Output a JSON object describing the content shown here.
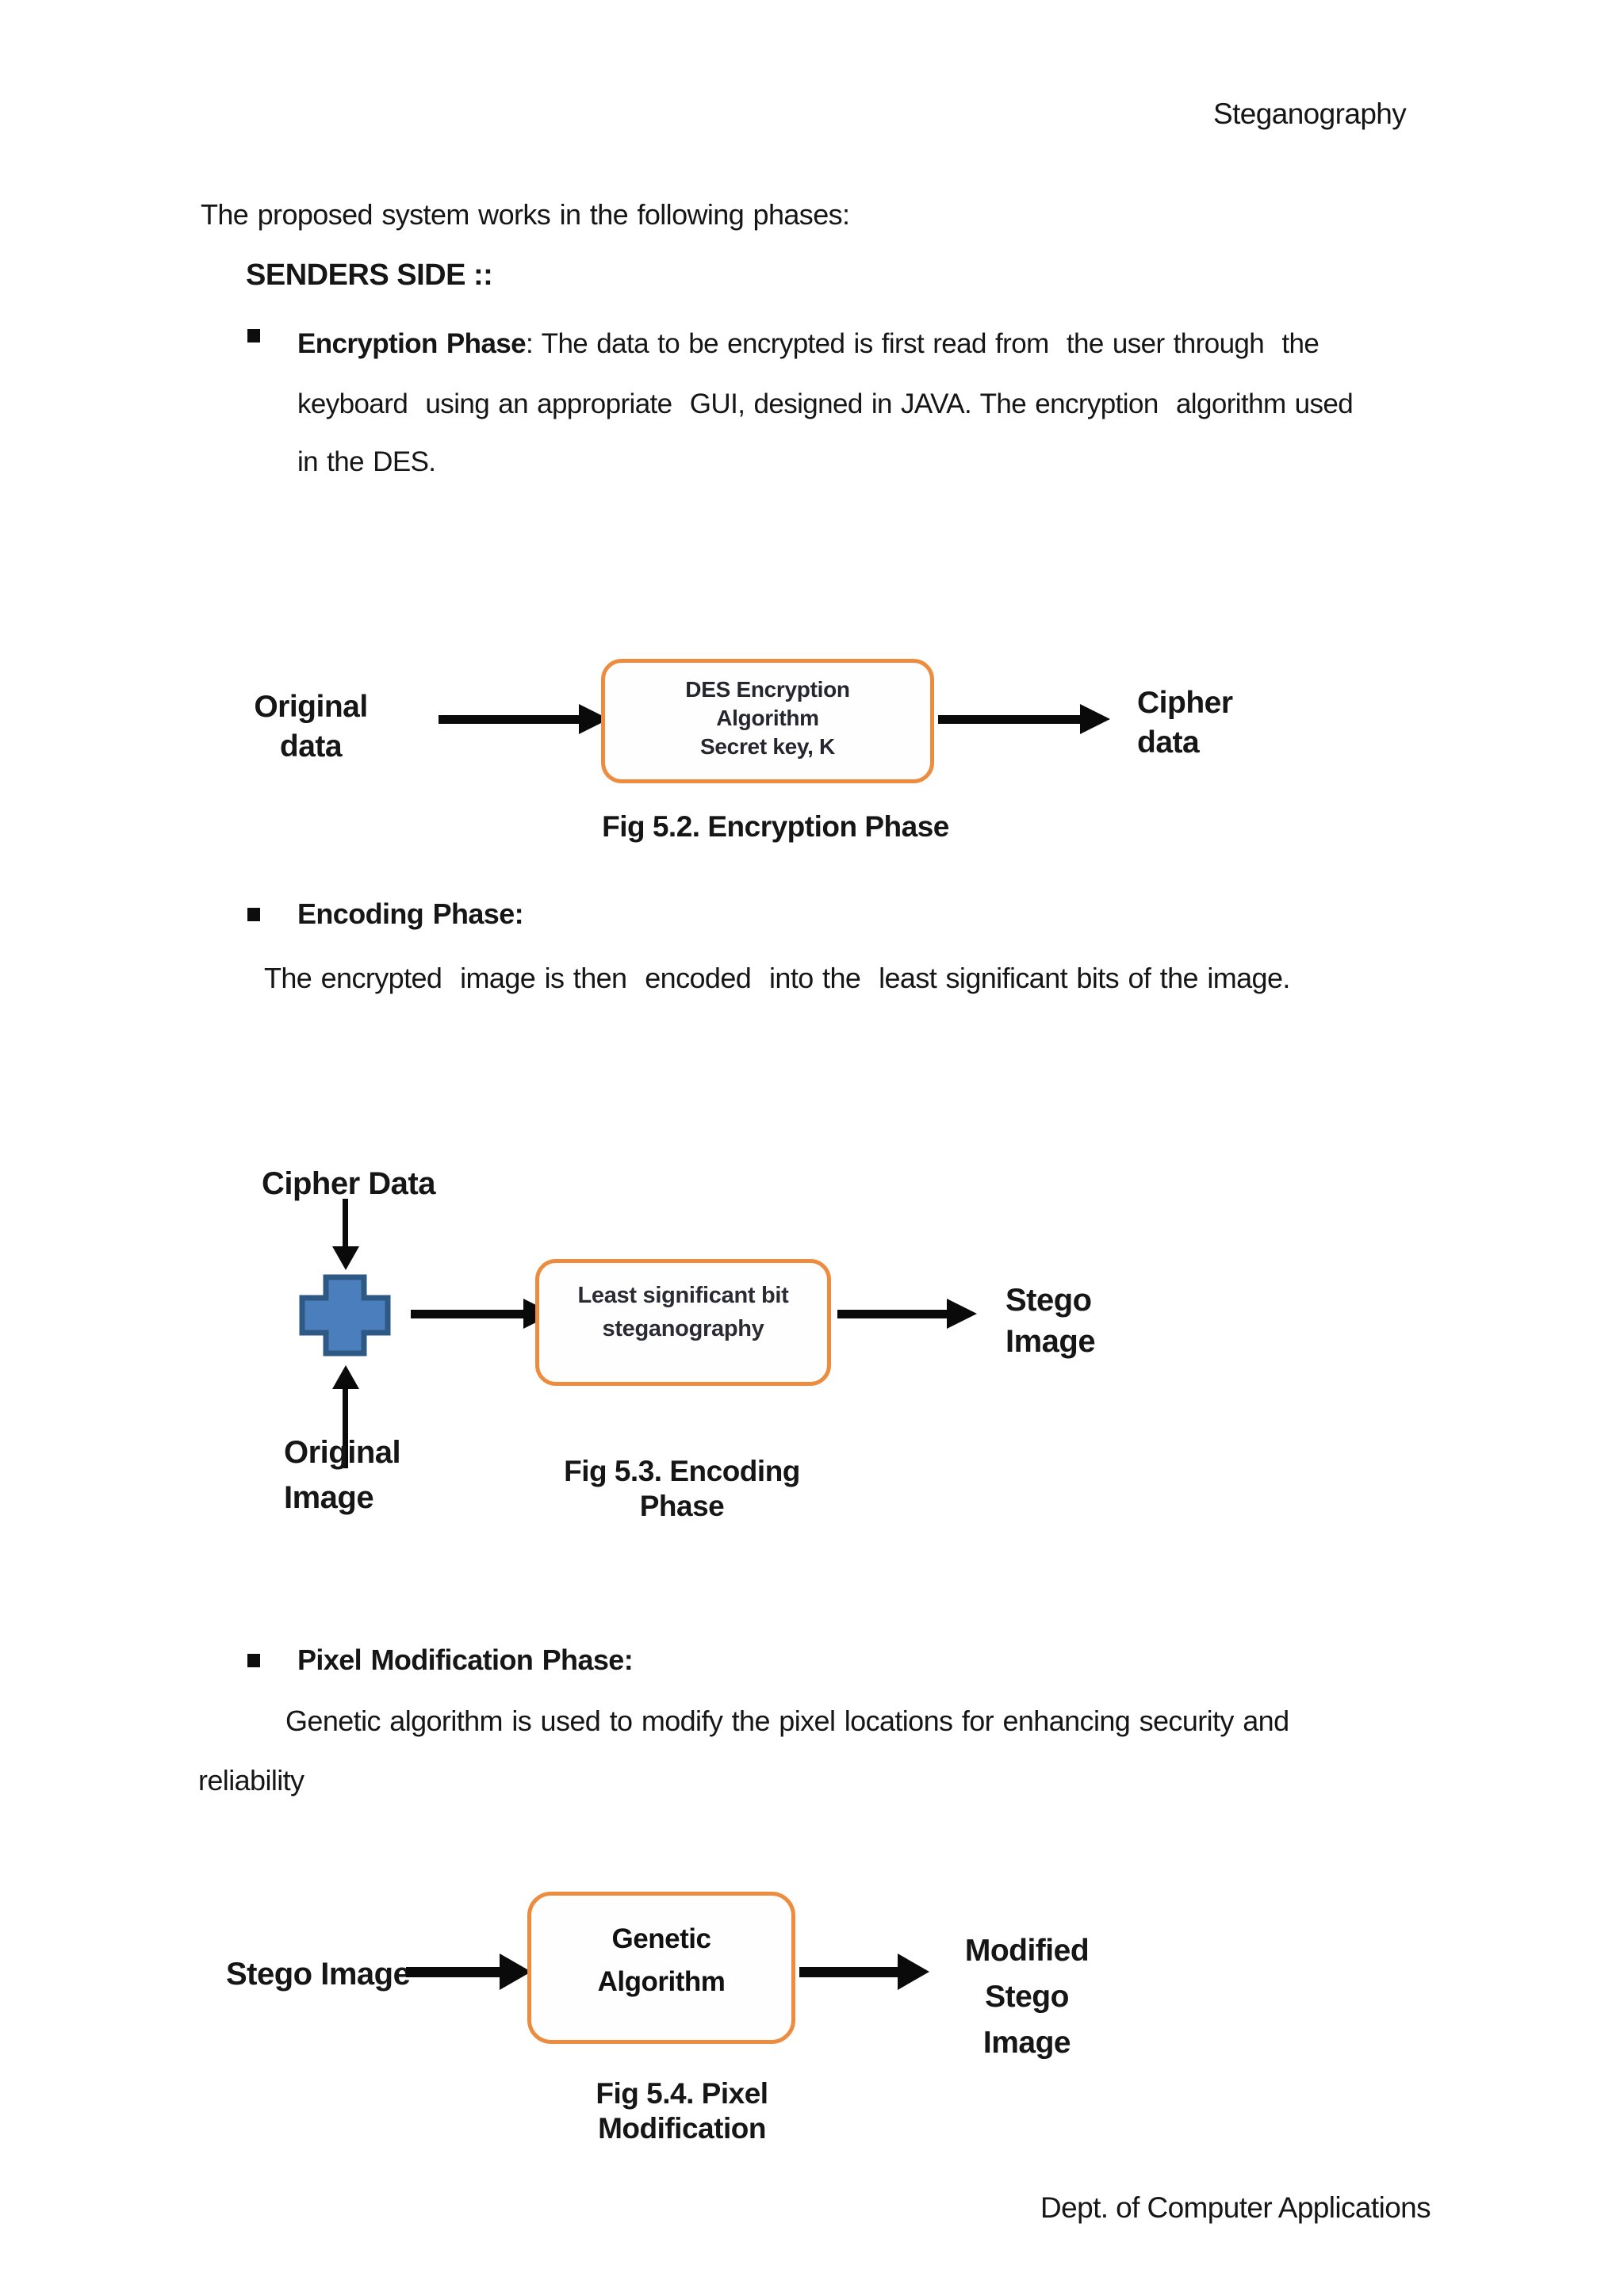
{
  "header": {
    "title": "Steganography"
  },
  "intro": "The proposed system works in the following phases:",
  "senders_heading": "SENDERS SIDE ::",
  "encryption": {
    "label": "Encryption Phase",
    "rest": ": The data to be encrypted is first read from  the user through  the",
    "line2": "keyboard  using an appropriate  GUI, designed in JAVA. The encryption  algorithm used",
    "line3": "in the DES."
  },
  "encoding": {
    "label": "Encoding Phase:",
    "body": "The encrypted  image is then  encoded  into the  least significant bits of the image."
  },
  "pixel": {
    "label": "Pixel Modification Phase:",
    "line1": "Genetic algorithm is used to modify the pixel locations for enhancing security and",
    "line2": "reliability"
  },
  "fig52": {
    "input_label": "Original\ndata",
    "box_text": "DES Encryption\nAlgorithm\nSecret key, K",
    "output_label": "Cipher\ndata",
    "caption": "Fig 5.2. Encryption Phase"
  },
  "fig53": {
    "top_label": "Cipher Data",
    "box_text": "Least significant bit\nsteganography",
    "output_label": "Stego\nImage",
    "bottom_label": "Original\nImage",
    "caption": "Fig 5.3. Encoding Phase"
  },
  "fig54": {
    "input_label": "Stego Image",
    "box_text": "Genetic\nAlgorithm",
    "output_label": "Modified\nStego Image",
    "caption": "Fig 5.4. Pixel Modification"
  },
  "footer": "Dept. of Computer Applications",
  "colors": {
    "box_border": "#ED8C3E",
    "plus_fill": "#4A7EBD",
    "plus_stroke": "#2E5984",
    "arrow": "#0A0A0A",
    "text": "#161616"
  }
}
